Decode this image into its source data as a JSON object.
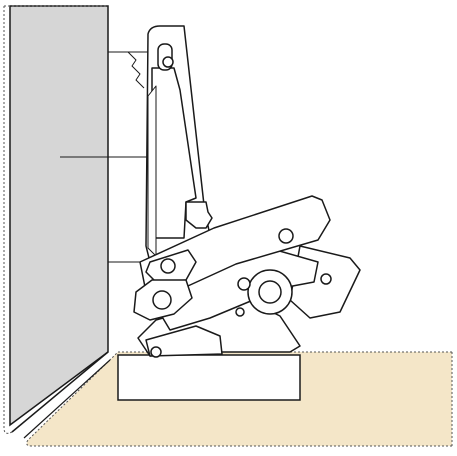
{
  "diagram": {
    "colors": {
      "panel_side": "#d6d6d6",
      "panel_base": "#f4e6c8",
      "outline": "#1a1a1a",
      "edge_dashed": "#555555",
      "hinge_fill": "#ffffff"
    },
    "parts": [
      "side-panel",
      "base-panel",
      "mounting-plate",
      "hinge-cup-arm",
      "hinge-linkage",
      "leader-line"
    ]
  }
}
